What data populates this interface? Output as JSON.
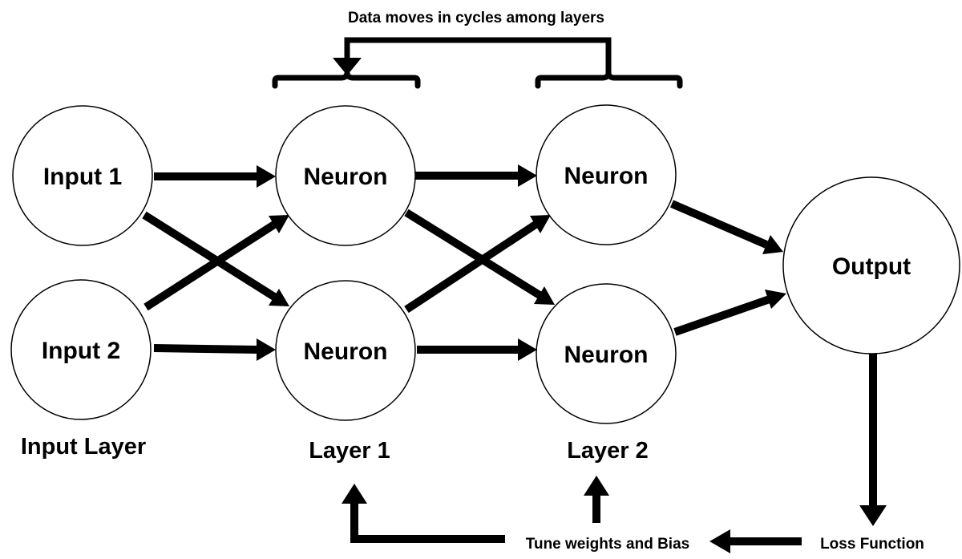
{
  "title": "Data moves in cycles among layers",
  "nodes": {
    "input1": "Input 1",
    "input2": "Input 2",
    "l1_top": "Neuron",
    "l1_bottom": "Neuron",
    "l2_top": "Neuron",
    "l2_bottom": "Neuron",
    "output": "Output"
  },
  "layers": {
    "input": "Input Layer",
    "layer1": "Layer 1",
    "layer2": "Layer 2"
  },
  "feedback": {
    "loss": "Loss Function",
    "tune": "Tune weights and Bias"
  },
  "edges": [
    {
      "from": "Input 1",
      "to": "Neuron (Layer 1, top)"
    },
    {
      "from": "Input 1",
      "to": "Neuron (Layer 1, bottom)"
    },
    {
      "from": "Input 2",
      "to": "Neuron (Layer 1, top)"
    },
    {
      "from": "Input 2",
      "to": "Neuron (Layer 1, bottom)"
    },
    {
      "from": "Neuron (Layer 1, top)",
      "to": "Neuron (Layer 2, top)"
    },
    {
      "from": "Neuron (Layer 1, top)",
      "to": "Neuron (Layer 2, bottom)"
    },
    {
      "from": "Neuron (Layer 1, bottom)",
      "to": "Neuron (Layer 2, top)"
    },
    {
      "from": "Neuron (Layer 1, bottom)",
      "to": "Neuron (Layer 2, bottom)"
    },
    {
      "from": "Neuron (Layer 2, top)",
      "to": "Output"
    },
    {
      "from": "Neuron (Layer 2, bottom)",
      "to": "Output"
    },
    {
      "from": "Output",
      "to": "Loss Function"
    },
    {
      "from": "Loss Function",
      "to": "Tune weights and Bias"
    },
    {
      "from": "Tune weights and Bias",
      "to": "Layer 1"
    },
    {
      "from": "Tune weights and Bias",
      "to": "Layer 2"
    },
    {
      "from": "Layer 2",
      "to": "Layer 1",
      "label": "Data moves in cycles among layers"
    }
  ]
}
